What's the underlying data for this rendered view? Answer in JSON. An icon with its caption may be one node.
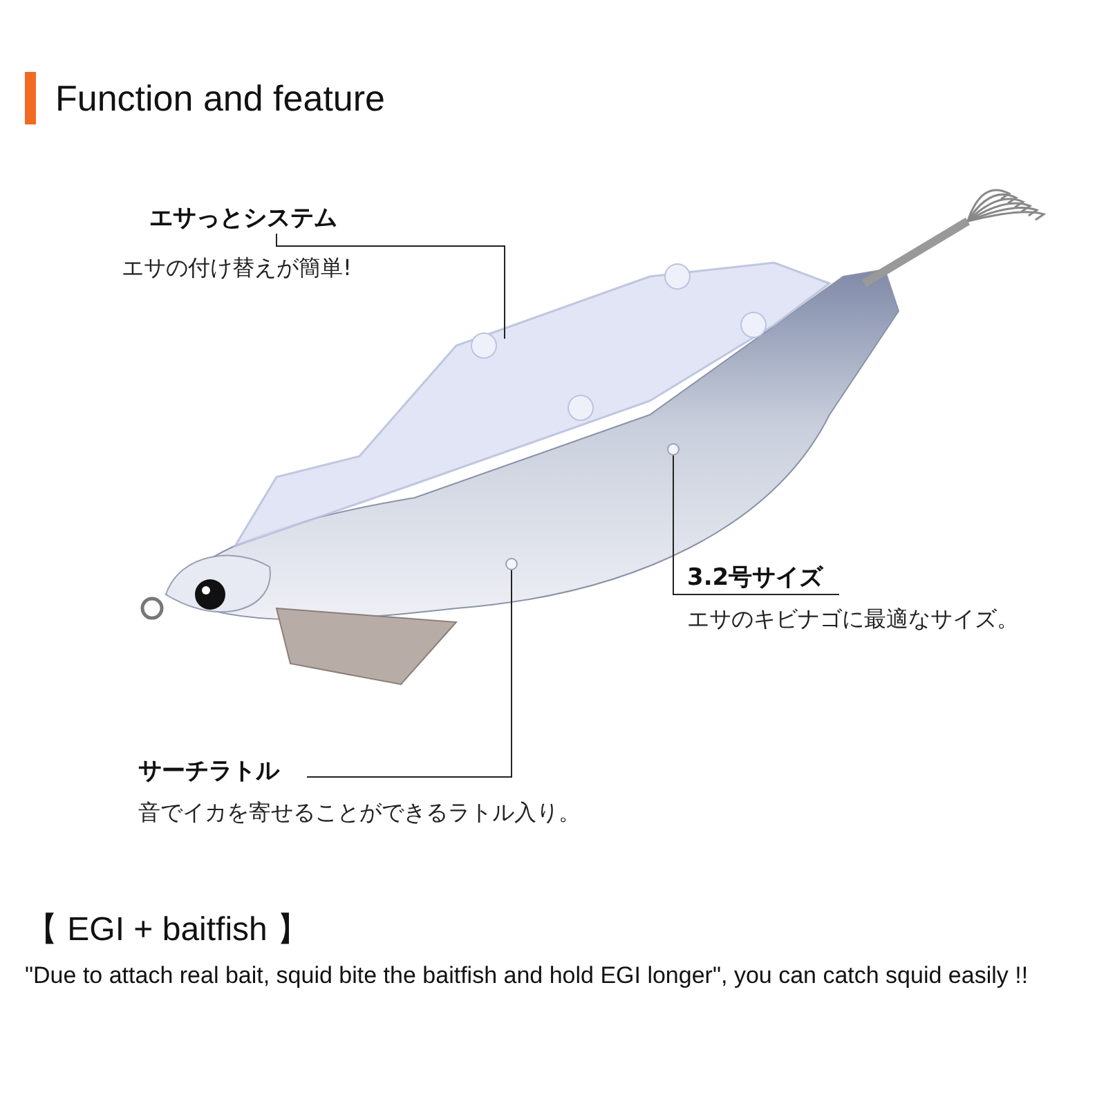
{
  "diagram": {
    "title": "Function and feature",
    "nodes": [
      {
        "text": [
          "エサっとシステム"
        ],
        "beside": [
          "エサの付け替えが簡単!"
        ]
      },
      {
        "text": [
          "3.2号サイズ"
        ],
        "beside": [
          "エサのキビナゴに最適なサイズ。"
        ]
      },
      {
        "text": [
          "サーチラトル"
        ],
        "beside": [
          "音でイカを寄せることができるラトル入り。"
        ]
      }
    ],
    "edges": [
      {
        "from": 0,
        "to": null,
        "arrow": "none"
      },
      {
        "from": 1,
        "to": null,
        "arrow": "other"
      },
      {
        "from": 2,
        "to": null,
        "arrow": "other"
      }
    ],
    "labels": [
      "【 EGI + baitfish 】",
      "\"Due to attach real bait, squid bite the baitfish and hold EGI longer\", you can catch squid easily !!"
    ]
  }
}
